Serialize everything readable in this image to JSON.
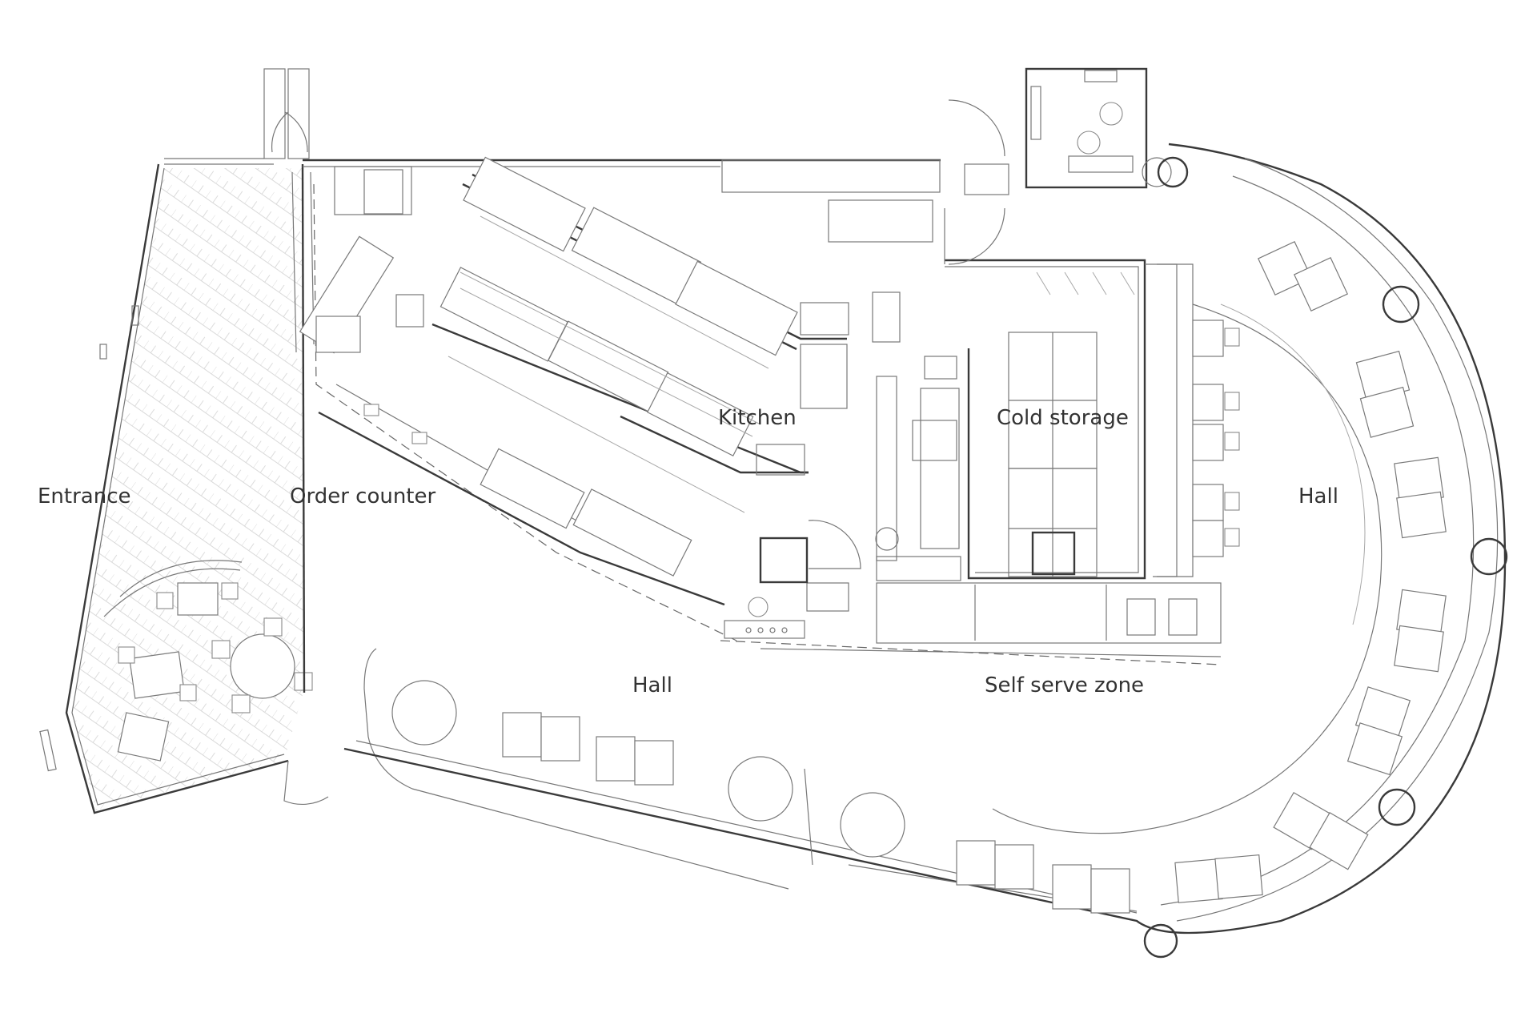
{
  "labels": {
    "entrance": "Entrance",
    "order_counter": "Order counter",
    "kitchen": "Kitchen",
    "cold_storage": "Cold storage",
    "hall_main": "Hall",
    "hall_right": "Hall",
    "self_serve": "Self serve zone"
  },
  "colors": {
    "wall": "#3a3a3a",
    "line": "#7a7a7a",
    "text": "#333333",
    "background": "#ffffff"
  }
}
